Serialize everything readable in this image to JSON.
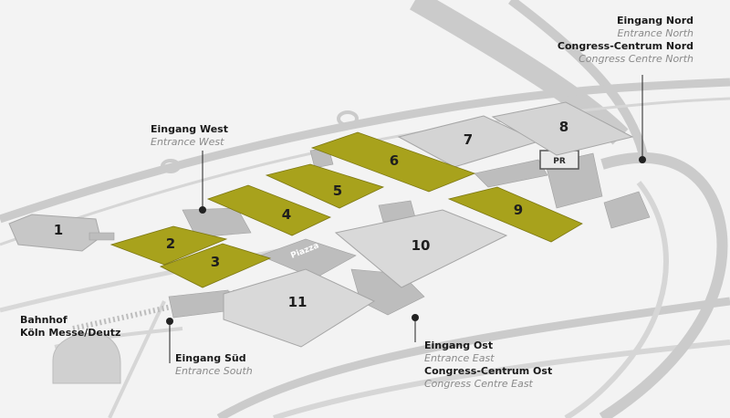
{
  "colors": {
    "background": "#f3f3f3",
    "road": "#c9c9c9",
    "hall_yellow": "#a8a21c",
    "hall_grey": "#d4d4d4",
    "building": "#b3b3b3",
    "label_dark": "#1a1a1a",
    "label_italic": "#8a8a8a"
  },
  "halls": {
    "h1": "1",
    "h2": "2",
    "h3": "3",
    "h4": "4",
    "h5": "5",
    "h6": "6",
    "h7": "7",
    "h8": "8",
    "h9": "9",
    "h10": "10",
    "h11": "11"
  },
  "piazza": "Piazza",
  "parking": "PR",
  "entrances": {
    "north": {
      "de": "Eingang Nord",
      "en": "Entrance North",
      "cc_de": "Congress-Centrum Nord",
      "cc_en": "Congress Centre North"
    },
    "west": {
      "de": "Eingang West",
      "en": "Entrance West"
    },
    "south": {
      "de": "Eingang Süd",
      "en": "Entrance South"
    },
    "east": {
      "de": "Eingang Ost",
      "en": "Entrance East",
      "cc_de": "Congress-Centrum Ost",
      "cc_en": "Congress Centre East"
    }
  },
  "station": {
    "line1": "Bahnhof",
    "line2": "Köln Messe/Deutz"
  },
  "icons": [
    "entrance-marker-icon"
  ]
}
